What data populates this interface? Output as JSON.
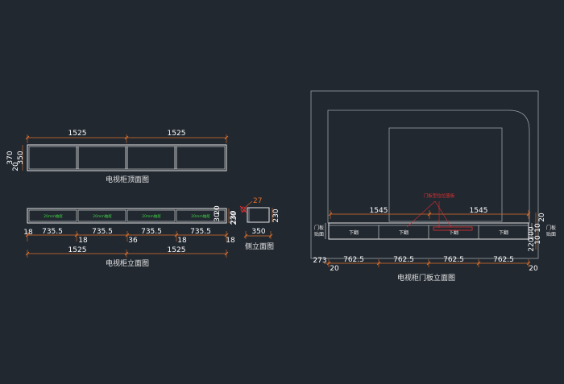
{
  "drawings": {
    "top_view": {
      "title": "电视柜顶面图",
      "dim_top": [
        "1525",
        "1525"
      ],
      "dim_left": [
        "370",
        "20",
        "350"
      ]
    },
    "front_view": {
      "title": "电视柜立面图",
      "drawer_labels": [
        "20mm抽屉",
        "20mm抽屉",
        "20mm抽屉",
        "20mm抽屉"
      ],
      "dim_right": [
        "230",
        "20",
        "30"
      ],
      "dim_bottom_small": [
        "18",
        "18",
        "36",
        "18",
        "18"
      ],
      "dim_bottom_mid": [
        "735.5",
        "735.5",
        "735.5",
        "735.5"
      ],
      "dim_bottom_total": [
        "1525",
        "1525"
      ]
    },
    "side_view": {
      "title": "侧立面图",
      "dim_top": "27",
      "dim_left": "230",
      "dim_right": "230",
      "dim_bottom": "350"
    },
    "door_view": {
      "title": "电视柜门板立面图",
      "door_labels": [
        "下翻",
        "下翻",
        "下翻",
        "下翻"
      ],
      "note": "门板型拉拉篮板",
      "left_label": [
        "门板",
        "贴面"
      ],
      "right_label": [
        "门板",
        "贴面"
      ],
      "dim_top": [
        "1545",
        "1545"
      ],
      "dim_right": [
        "20",
        "10",
        "200",
        "220",
        "10"
      ],
      "dim_bottom": [
        "762.5",
        "762.5",
        "762.5",
        "762.5"
      ],
      "dim_bottom_left": "273",
      "dim_bottom_small": [
        "20",
        "20"
      ]
    }
  },
  "colors": {
    "background": "#212830",
    "line": "#e6e6e6",
    "dimension": "#e0702a",
    "accent_red": "#e23030",
    "accent_green": "#3fd43f",
    "outline_gray": "#9aa0a6"
  }
}
